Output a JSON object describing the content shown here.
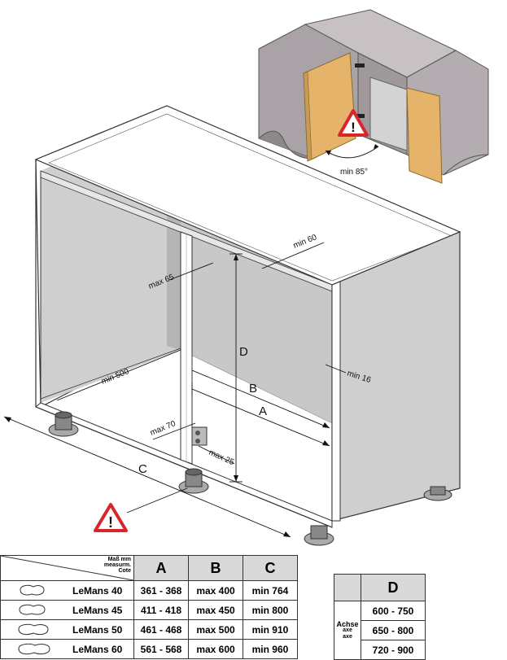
{
  "labels": {
    "min85": "min 85°",
    "min60": "min 60",
    "max65": "max 65",
    "min500": "min 500",
    "D": "D",
    "B": "B",
    "A": "A",
    "C": "C",
    "min16": "min 16",
    "max70": "max 70",
    "max25": "max 25"
  },
  "warning_icon": "warning-triangle-icon",
  "table": {
    "corner_lines": [
      "Maß mm",
      "measurm.",
      "Cote"
    ],
    "headers": [
      "A",
      "B",
      "C"
    ],
    "rows": [
      {
        "model": "LeMans 40",
        "A": "361 - 368",
        "B": "max 400",
        "C": "min 764"
      },
      {
        "model": "LeMans 45",
        "A": "411 - 418",
        "B": "max 450",
        "C": "min 800"
      },
      {
        "model": "LeMans 50",
        "A": "461 - 468",
        "B": "max 500",
        "C": "min 910"
      },
      {
        "model": "LeMans 60",
        "A": "561 - 568",
        "B": "max 600",
        "C": "min 960"
      }
    ]
  },
  "d_table": {
    "header": "D",
    "axis_lines": [
      "Achse",
      "axe",
      "axe"
    ],
    "values": [
      "600 - 750",
      "650 - 800",
      "720 - 900"
    ]
  },
  "colors": {
    "warning_red": "#d9262b",
    "cabinet_gray": "#c8c8c8",
    "door_wood": "#e5b46a"
  }
}
